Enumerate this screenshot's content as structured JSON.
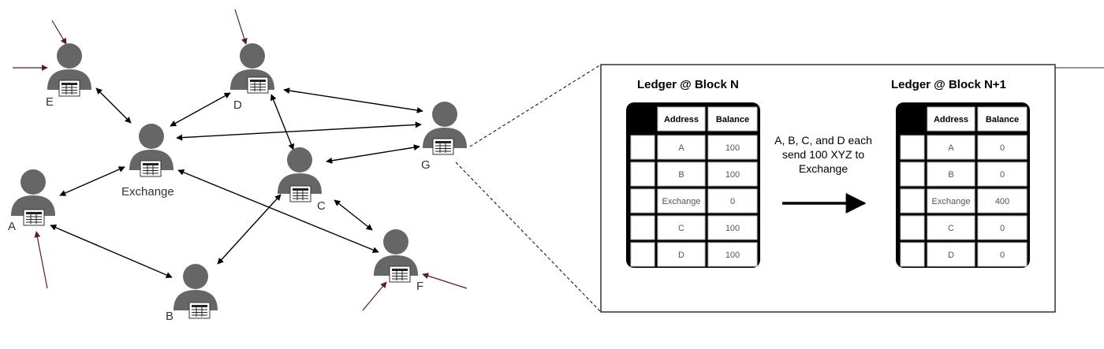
{
  "network": {
    "nodes": [
      {
        "id": "E",
        "label": "E"
      },
      {
        "id": "D",
        "label": "D"
      },
      {
        "id": "G",
        "label": "G"
      },
      {
        "id": "Exchange",
        "label": "Exchange"
      },
      {
        "id": "A",
        "label": "A"
      },
      {
        "id": "C",
        "label": "C"
      },
      {
        "id": "B",
        "label": "B"
      },
      {
        "id": "F",
        "label": "F"
      }
    ],
    "connections": [
      [
        "E",
        "Exchange"
      ],
      [
        "Exchange",
        "D"
      ],
      [
        "D",
        "G"
      ],
      [
        "D",
        "C"
      ],
      [
        "Exchange",
        "G"
      ],
      [
        "Exchange",
        "A"
      ],
      [
        "C",
        "G"
      ],
      [
        "Exchange",
        "F"
      ],
      [
        "C",
        "F"
      ],
      [
        "C",
        "B"
      ],
      [
        "A",
        "B"
      ]
    ],
    "icons": {
      "person": "person-icon",
      "ledger": "ledger-table-icon"
    }
  },
  "ledger_before": {
    "title": "Ledger @ Block N",
    "headers": [
      "Address",
      "Balance"
    ],
    "rows": [
      {
        "address": "A",
        "balance": "100"
      },
      {
        "address": "B",
        "balance": "100"
      },
      {
        "address": "Exchange",
        "balance": "0"
      },
      {
        "address": "C",
        "balance": "100"
      },
      {
        "address": "D",
        "balance": "100"
      }
    ]
  },
  "transaction": {
    "lines": [
      "A, B, C, and D each",
      "send 100 XYZ to",
      "Exchange"
    ]
  },
  "ledger_after": {
    "title": "Ledger @ Block N+1",
    "headers": [
      "Address",
      "Balance"
    ],
    "rows": [
      {
        "address": "A",
        "balance": "0"
      },
      {
        "address": "B",
        "balance": "0"
      },
      {
        "address": "Exchange",
        "balance": "400"
      },
      {
        "address": "C",
        "balance": "0"
      },
      {
        "address": "D",
        "balance": "0"
      }
    ]
  },
  "colors": {
    "person": "#666666",
    "edge": "#000000",
    "incoming": "#5a1e1e",
    "table_border": "#000000",
    "cell_border": "#bbbbbb"
  }
}
